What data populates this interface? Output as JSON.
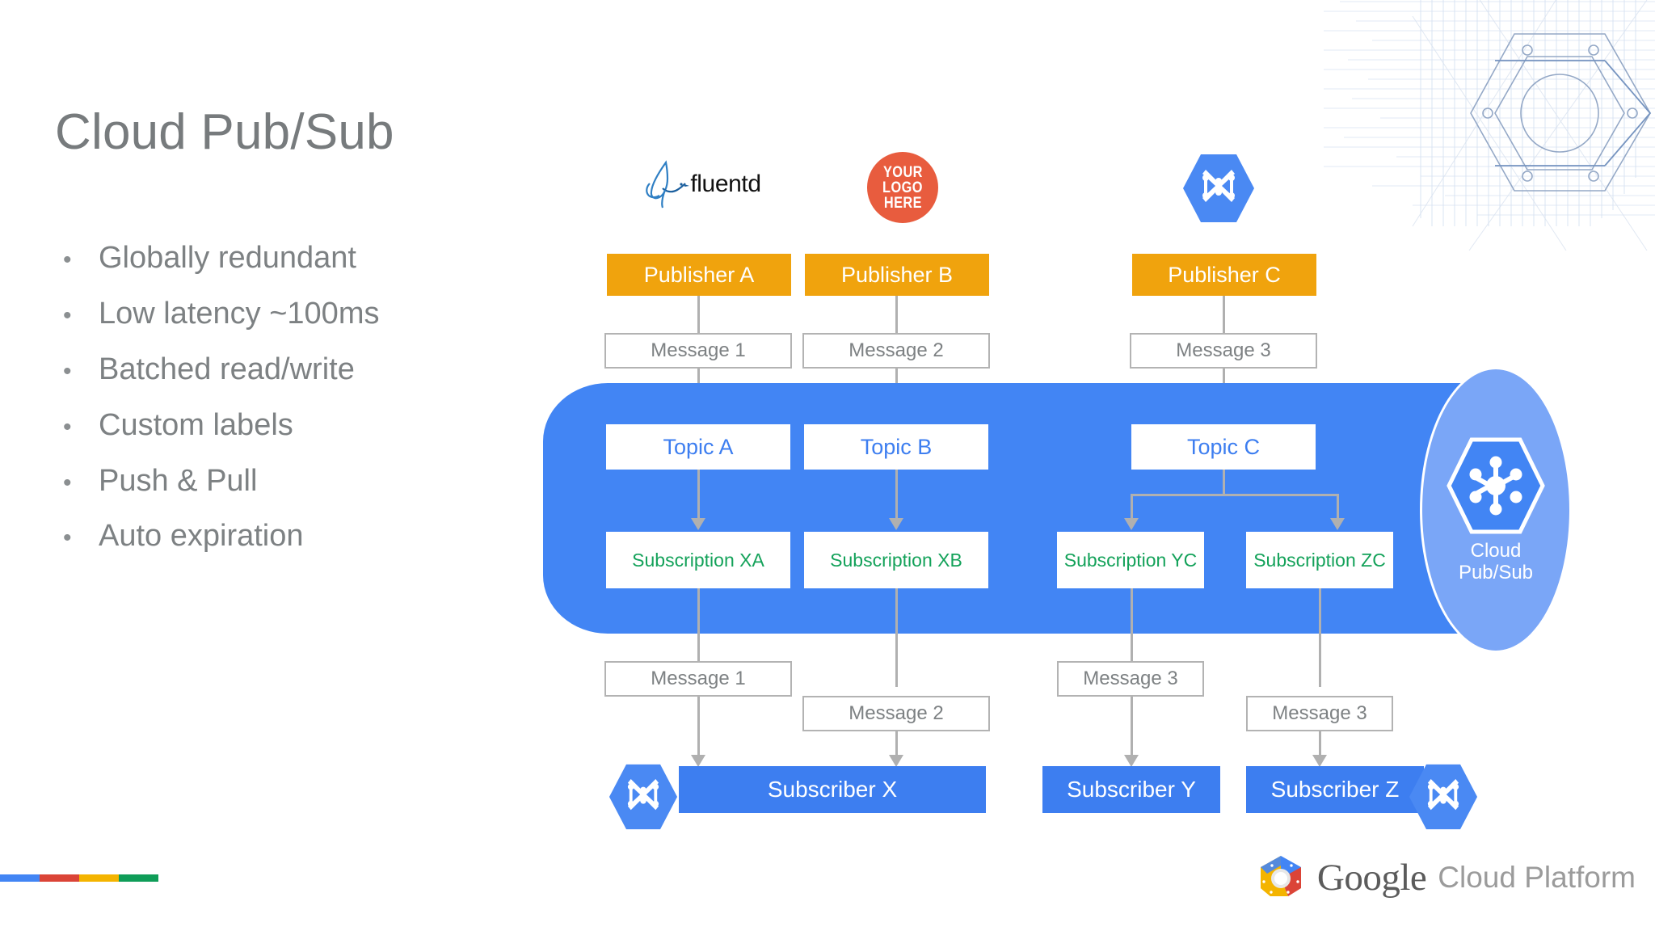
{
  "slide": {
    "title": "Cloud Pub/Sub",
    "bullet_marker": "•",
    "bullets": [
      "Globally redundant",
      "Low latency  ~100ms",
      "Batched read/write",
      "Custom labels",
      "Push & Pull",
      "Auto expiration"
    ]
  },
  "colors": {
    "publisher_orange": "#f0a30d",
    "capsule_blue": "#4285f4",
    "capsule_cap_blue": "#7aa6f7",
    "topic_text_blue": "#3d7ef0",
    "subscription_text_green": "#14a25a",
    "subscriber_blue": "#3d7ef0",
    "connector_gray": "#b0b0b0",
    "message_border_gray": "#b3b3b3",
    "text_gray": "#7d8183",
    "your_logo_red": "#e85c3e",
    "google_blue": "#4285f4",
    "google_red": "#db4437",
    "google_yellow": "#f4b400",
    "google_green": "#0f9d58"
  },
  "sources": {
    "fluentd": {
      "name": "fluentd-logo",
      "label": "fluentd"
    },
    "your_logo": {
      "name": "your-logo-here-placeholder",
      "lines": [
        "YOUR",
        "LOGO",
        "HERE"
      ]
    },
    "dataflow": {
      "name": "cloud-dataflow-hexagon-icon"
    }
  },
  "diagram": {
    "publishers": [
      {
        "label": "Publisher A"
      },
      {
        "label": "Publisher B"
      },
      {
        "label": "Publisher C"
      }
    ],
    "ingress_messages": [
      {
        "label": "Message 1"
      },
      {
        "label": "Message 2"
      },
      {
        "label": "Message 3"
      }
    ],
    "topics": [
      {
        "label": "Topic A"
      },
      {
        "label": "Topic B"
      },
      {
        "label": "Topic C"
      }
    ],
    "subscriptions": [
      {
        "label": "Subscription XA"
      },
      {
        "label": "Subscription XB"
      },
      {
        "label": "Subscription YC"
      },
      {
        "label": "Subscription ZC"
      }
    ],
    "egress_messages": [
      {
        "label": "Message 1"
      },
      {
        "label": "Message 2"
      },
      {
        "label": "Message 3"
      },
      {
        "label": "Message 3"
      }
    ],
    "subscribers": [
      {
        "label": "Subscriber X"
      },
      {
        "label": "Subscriber Y"
      },
      {
        "label": "Subscriber Z"
      }
    ],
    "service_badge": {
      "line1": "Cloud",
      "line2": "Pub/Sub"
    }
  },
  "footer": {
    "google_wordmark": "Google",
    "platform_wordmark": "Cloud Platform"
  }
}
